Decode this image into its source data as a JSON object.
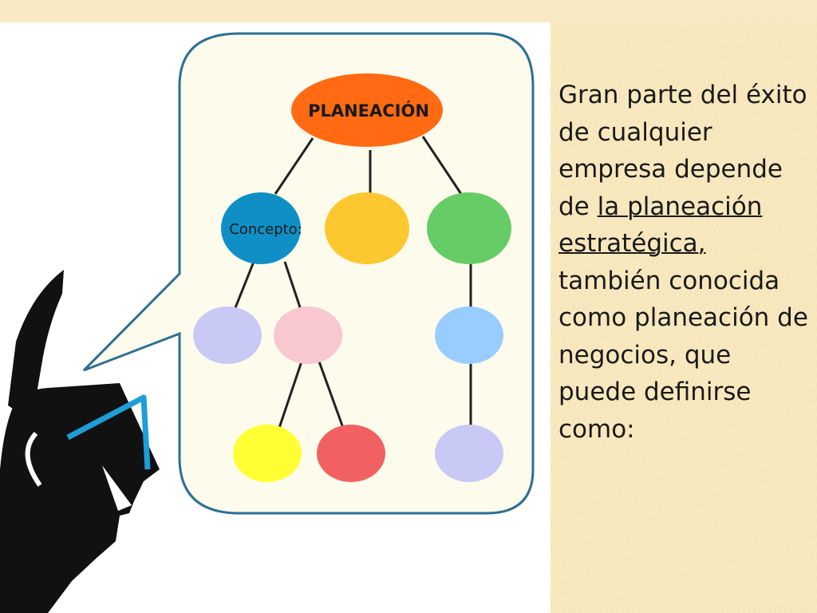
{
  "diagram": {
    "root_label": "PLANEACIÓN",
    "concept_label": "Concepto:",
    "colors": {
      "root": "#ff6a13",
      "concept": "#0f8fc6",
      "orange": "#fdc72f",
      "green": "#66cc66",
      "lavender": "#c9c9f5",
      "pink": "#f9c7cf",
      "light_blue": "#99ccff",
      "yellow": "#ffff33",
      "red": "#f26161",
      "lavender_2": "#c9c9f5",
      "bubble_fill": "#fdfbec",
      "bubble_border": "#2e6f94",
      "glasses": "#1d9ed6"
    },
    "illustration": "person-with-glasses-speech-bubble"
  },
  "text": {
    "part1": "Gran parte del éxito de cualquier empresa depende de ",
    "underlined": "la planeación estratégica,",
    "part2": " también conocida como planeación de negocios, que puede definirse como:"
  }
}
